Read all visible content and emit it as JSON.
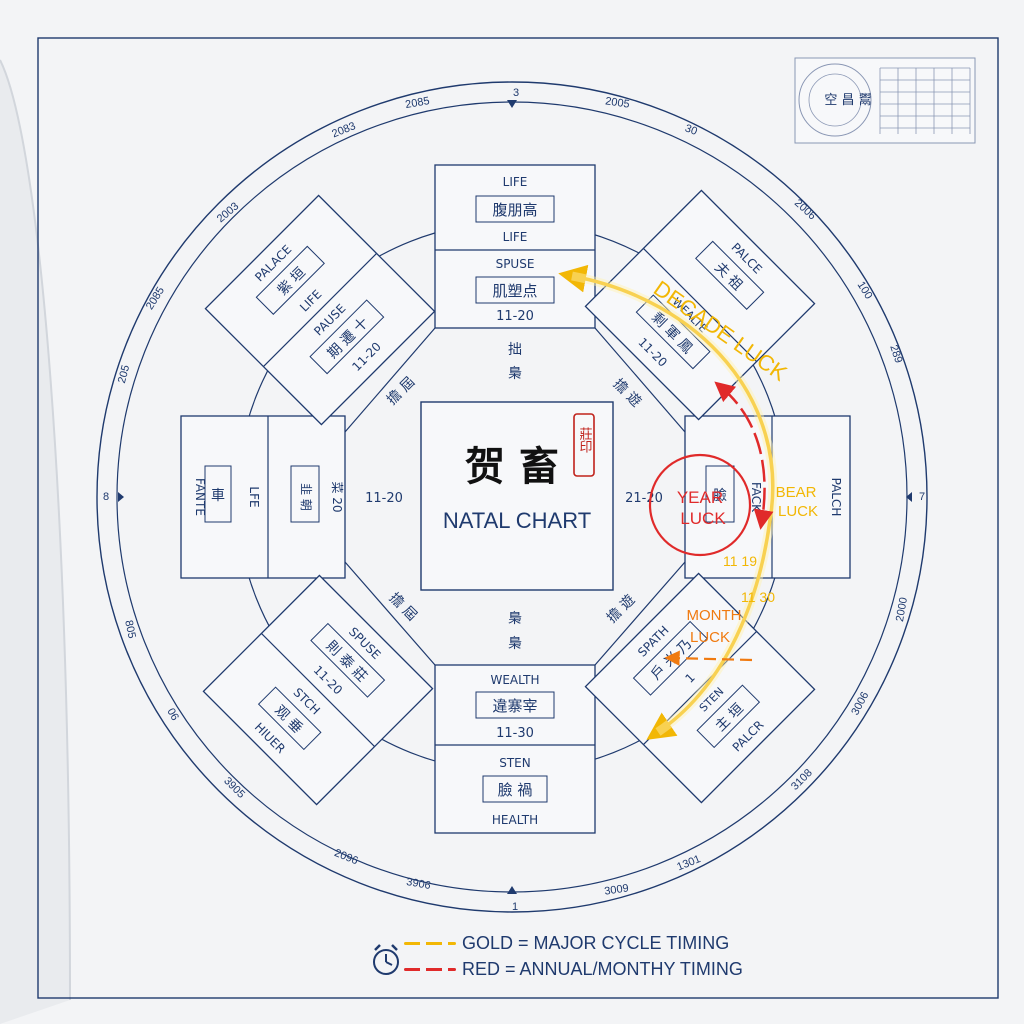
{
  "ring_labels": {
    "top": "3",
    "top_left_1": "2085",
    "top_right_1": "2005",
    "top_right_2": "30",
    "left_upper_1": "2083",
    "left_upper_2": "2003",
    "left_upper_3": "2085",
    "left_mid": "205",
    "left_arrow": "8",
    "left_lower_1": "805",
    "left_lower_2": "06",
    "bottom_left_1": "3905",
    "bottom_left_2": "2096",
    "bottom_left_3": "3906",
    "bottom": "1",
    "bottom_right_1": "3009",
    "bottom_right_2": "1301",
    "right_upper_1": "2006",
    "right_upper_2": "100",
    "right_upper_3": "289",
    "right_arrow": "7",
    "right_lower_1": "2000",
    "right_lower_2": "3006",
    "right_lower_3": "3108"
  },
  "center": {
    "title_cjk": "贺 畜",
    "title": "NATAL CHART",
    "seal": "莊印"
  },
  "palaces": {
    "top": {
      "label1": "LIFE",
      "cjk1": "腹朋高",
      "label2": "LIFE",
      "label3": "SPUSE",
      "cjk2": "肌塑点",
      "range": "11-20"
    },
    "top_left": {
      "label1": "PALACE",
      "cjk1": "紫 垣",
      "label2": "LIFE",
      "label3": "PAUSE",
      "cjk2": "期 遷 十",
      "range": "11-20"
    },
    "left": {
      "label1": "FANTE",
      "cjk1": "車",
      "label2": "LFE",
      "cjk2": "韭 朝",
      "label3": "菜 20",
      "range": "11-20"
    },
    "bottom_left": {
      "label1": "SPUSE",
      "cjk1": "則 泰 莊",
      "range": "11-20",
      "label2": "STCH",
      "cjk2": "观 垂",
      "label3": "HIUER"
    },
    "bottom": {
      "label1": "WEALTH",
      "cjk1": "違寨宰",
      "range": "11-30",
      "label2": "STEN",
      "cjk2": "臉 禍",
      "label3": "HEALTH"
    },
    "bottom_right": {
      "label1": "SPATH",
      "cjk1": "戶 米 乃",
      "label2": "STEN",
      "cjk2": "主 垣",
      "label3": "PALCR",
      "range": "1"
    },
    "right": {
      "label1": "PALCH",
      "cjk1": "臉",
      "label2": "FACK",
      "range": "21-20"
    },
    "top_right": {
      "label1": "PALCE",
      "cjk1": "夫 祖",
      "label2": "WEALTE",
      "cjk2": "剩 軍 鳳",
      "range": "11-20"
    }
  },
  "inner_marks": {
    "top_a": "拙",
    "top_b": "梟",
    "left_top": "擔 屆",
    "right_top": "擔 遊",
    "bottom_a": "梟",
    "bottom_b": "梟",
    "left_bottom": "擔 屆",
    "right_bottom": "擔 遊"
  },
  "overlays": {
    "decade_luck": "DECADE LUCK",
    "year_luck_1": "YEAR",
    "year_luck_2": "LUCK",
    "bear_luck_1": "BEAR",
    "bear_luck_2": "LUCK",
    "month_luck_1": "MONTH",
    "month_luck_2": "LUCK",
    "range_a": "11 19",
    "range_b": "11 30"
  },
  "legend": {
    "gold_label": "GOLD = MAJOR CYCLE TIMING",
    "red_label": "RED = ANNUAL/MONTHY TIMING"
  },
  "thumbnail": {
    "cjk": "空 昌 鬻"
  },
  "colors": {
    "line": "#1f3a6e",
    "gold": "#f2b705",
    "red": "#e02a2a",
    "orange": "#f07a10",
    "paper": "#f7f8fa"
  }
}
